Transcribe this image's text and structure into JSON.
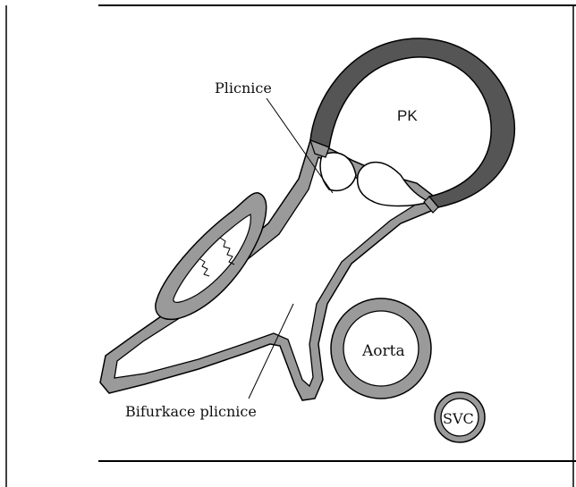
{
  "diagram": {
    "colors": {
      "wall_fill": "#9a9a9a",
      "dark_wall_fill": "#555555",
      "outline": "#000000",
      "lumen": "#ffffff",
      "frame": "#000000"
    },
    "labels": {
      "plicnice": "Plicnice",
      "pk": "PK",
      "aorta": "Aorta",
      "svc": "SVC",
      "bifurkace": "Bifurkace plicnice"
    }
  }
}
